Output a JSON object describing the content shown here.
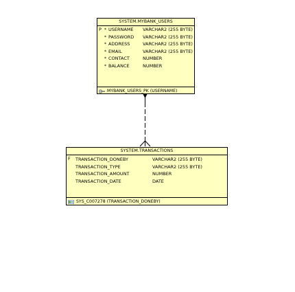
{
  "entities": {
    "mybank_users": {
      "title": "SYSTEM.MYBANK_USERS",
      "flag": "P",
      "columns": [
        {
          "marker": "*",
          "name": "USERNAME",
          "type": "VARCHAR2 (255 BYTE)"
        },
        {
          "marker": "*",
          "name": "PASSWORD",
          "type": "VARCHAR2 (255 BYTE)"
        },
        {
          "marker": "*",
          "name": "ADDRESS",
          "type": "VARCHAR2 (255 BYTE)"
        },
        {
          "marker": "*",
          "name": "EMAIL",
          "type": "VARCHAR2 (255 BYTE)"
        },
        {
          "marker": "*",
          "name": "CONTACT",
          "type": "NUMBER"
        },
        {
          "marker": "*",
          "name": "BALANCE",
          "type": "NUMBER"
        }
      ],
      "key": "MYBANK_USERS_PK (USERNAME)"
    },
    "transactions": {
      "title": "SYSTEM.TRANSACTIONS",
      "flag": "F",
      "columns": [
        {
          "marker": "",
          "name": "TRANSACTION_DONEBY",
          "type": "VARCHAR2 (255 BYTE)"
        },
        {
          "marker": "",
          "name": "TRANSACTION_TYPE",
          "type": "VARCHAR2 (255 BYTE)"
        },
        {
          "marker": "",
          "name": "TRANSACTION_AMOUNT",
          "type": "NUMBER"
        },
        {
          "marker": "",
          "name": "TRANSACTION_DATE",
          "type": "DATE"
        }
      ],
      "key": "SYS_C007278 (TRANSACTION_DONEBY)"
    }
  },
  "colors": {
    "entity_fill": "#ffffc0",
    "border": "#000000",
    "pk_key": "#b8b8b8",
    "fk_key_green": "#3c9a3c",
    "fk_key_blue": "#4060c0"
  },
  "icons": {
    "pk": "key-icon",
    "fk": "foreign-key-icon"
  }
}
